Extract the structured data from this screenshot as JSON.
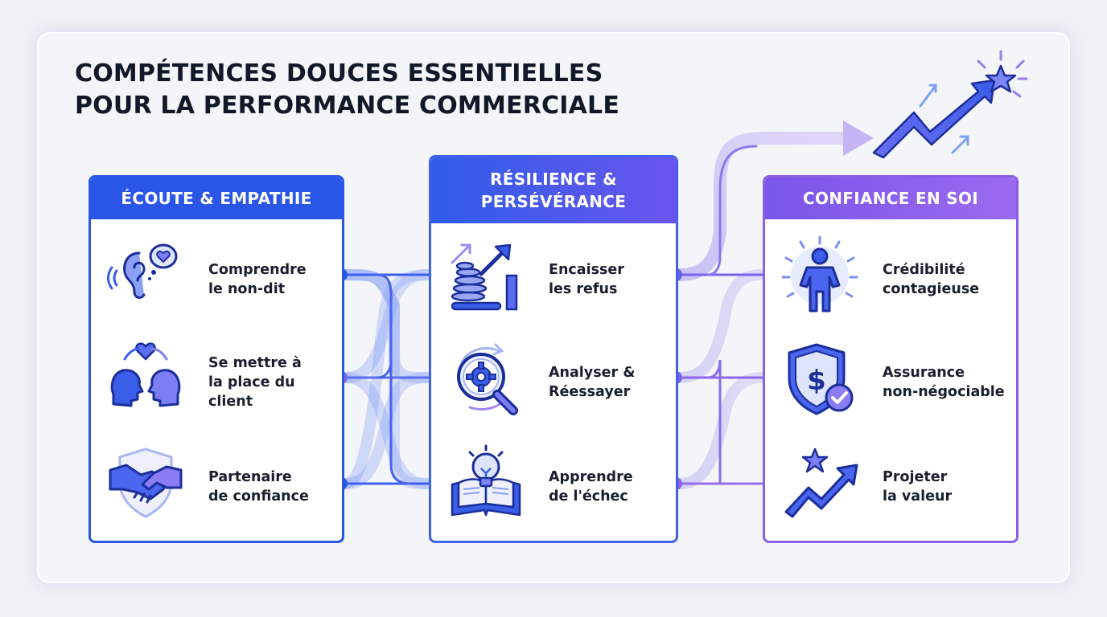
{
  "title": {
    "line1": "COMPÉTENCES DOUCES ESSENTIELLES",
    "line2": "POUR LA PERFORMANCE COMMERCIALE"
  },
  "columns": [
    {
      "heading": [
        "ÉCOUTE & EMPATHIE"
      ],
      "color": "#2a56e8",
      "items": [
        {
          "label": [
            "Comprendre",
            "le non-dit"
          ],
          "icon": "ear-speech-heart-icon"
        },
        {
          "label": [
            "Se mettre à",
            "la place du",
            "client"
          ],
          "icon": "two-heads-heart-icon"
        },
        {
          "label": [
            "Partenaire",
            "de confiance"
          ],
          "icon": "handshake-shield-icon"
        }
      ]
    },
    {
      "heading": [
        "RÉSILIENCE &",
        "PERSÉVÉRANCE"
      ],
      "color": "#4a5cec",
      "items": [
        {
          "label": [
            "Encaisser",
            "les refus"
          ],
          "icon": "spring-arrow-icon"
        },
        {
          "label": [
            "Analyser &",
            "Réessayer"
          ],
          "icon": "gear-magnifier-icon"
        },
        {
          "label": [
            "Apprendre",
            "de l'échec"
          ],
          "icon": "lightbulb-book-icon"
        }
      ]
    },
    {
      "heading": [
        "CONFIANCE EN SOI"
      ],
      "color": "#8a5fe8",
      "items": [
        {
          "label": [
            "Crédibilité",
            "contagieuse"
          ],
          "icon": "confident-person-icon"
        },
        {
          "label": [
            "Assurance",
            "non-négociable"
          ],
          "icon": "dollar-shield-check-icon"
        },
        {
          "label": [
            "Projeter",
            "la valeur"
          ],
          "icon": "star-growth-arrow-icon"
        }
      ]
    }
  ],
  "colors": {
    "blue": "#2a56e8",
    "indigo": "#4a5cec",
    "purple": "#8a5fe8",
    "light_blue": "#9fb4f8",
    "light_purple": "#c9b6f6"
  },
  "top_icon": "rising-arrow-star-icon"
}
